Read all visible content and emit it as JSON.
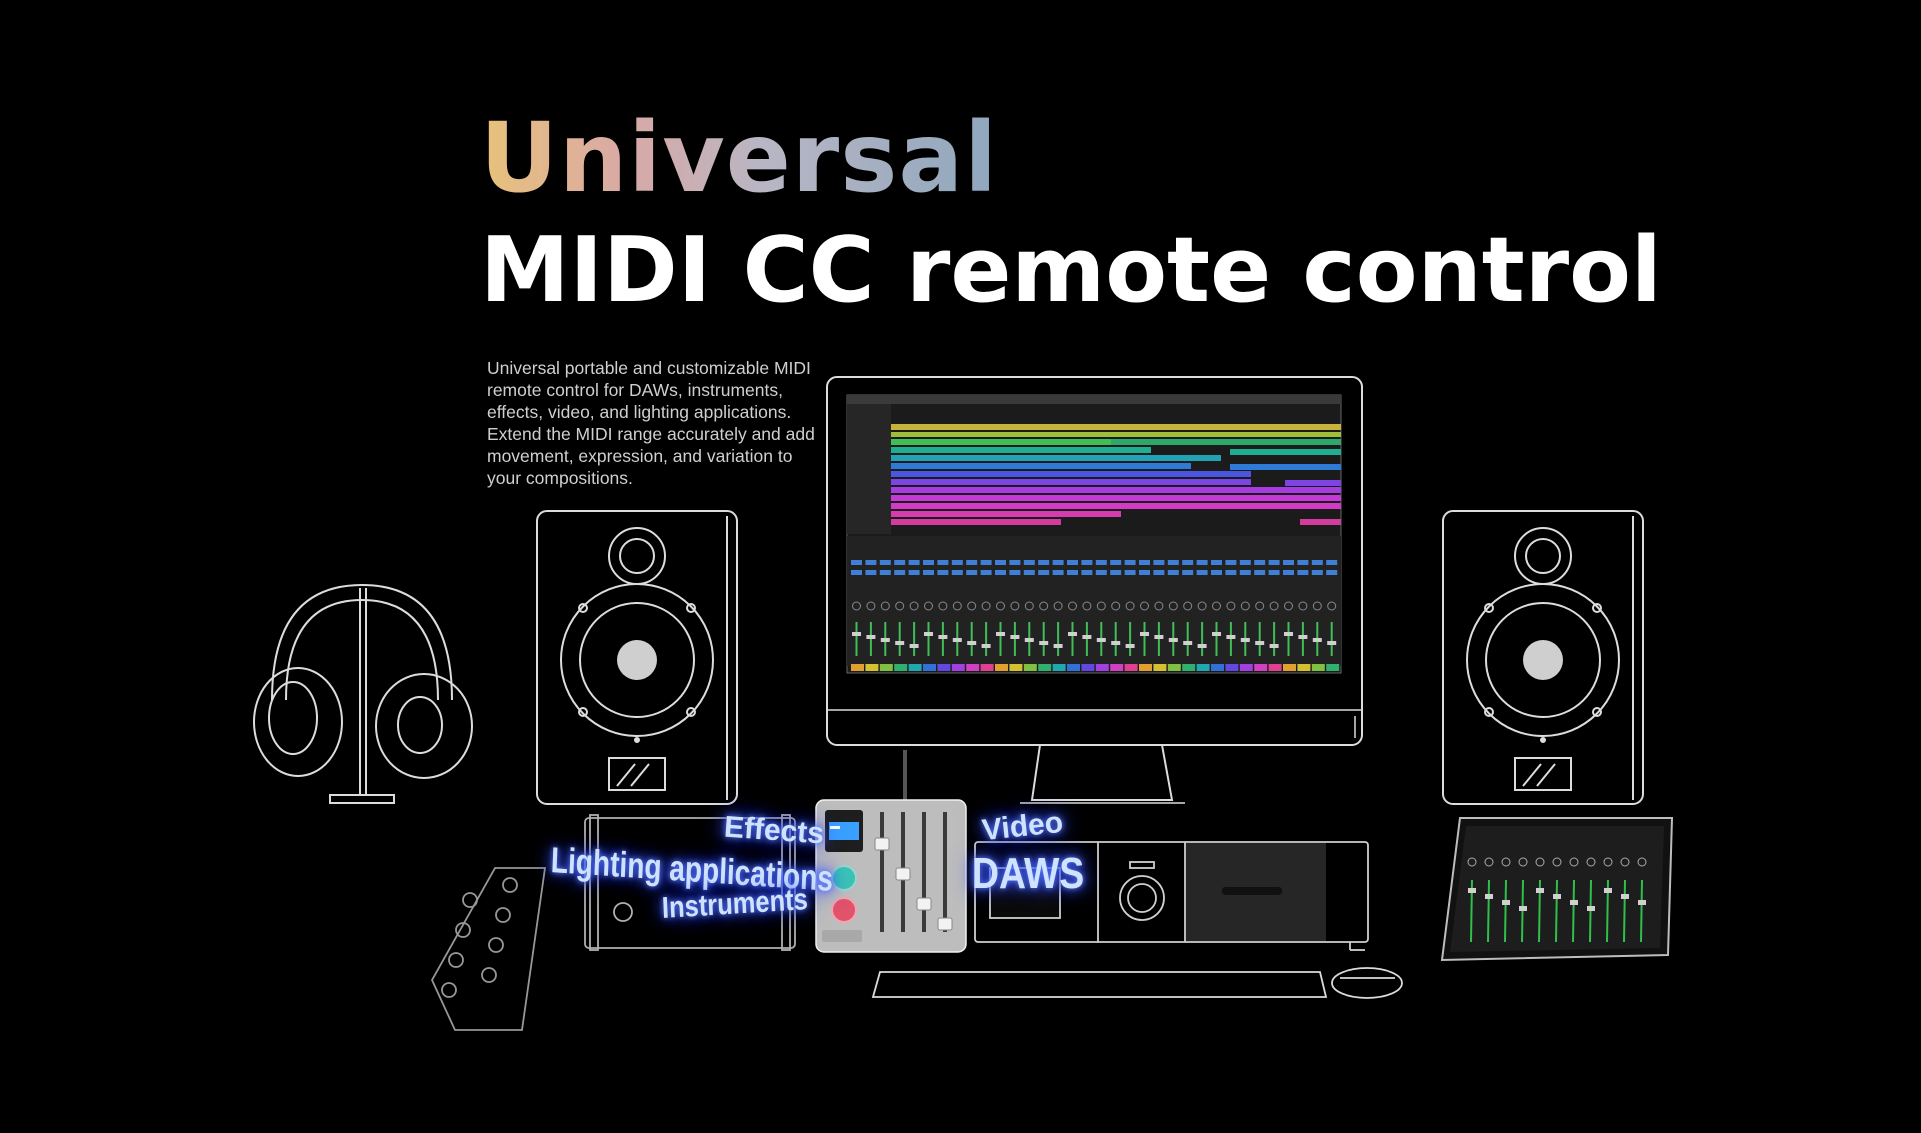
{
  "headline": {
    "accent": "Universal",
    "main": "MIDI CC remote control"
  },
  "description": "Universal portable and customizable MIDI remote control for DAWs, instruments, effects, video, and lighting applications. Extend the MIDI range accurately and add movement, expression, and variation to your compositions.",
  "labels": {
    "effects": "Effects",
    "lighting": "Lighting applications",
    "instruments": "Instruments",
    "video": "Video",
    "daws": "DAWS"
  },
  "colors": {
    "background": "#000000",
    "line_art": "#e6e6e6",
    "gradient": [
      "#e8c27a",
      "#d9a9a6",
      "#b8b6c4",
      "#8fa7bd"
    ],
    "glow": "#4a63ff"
  }
}
